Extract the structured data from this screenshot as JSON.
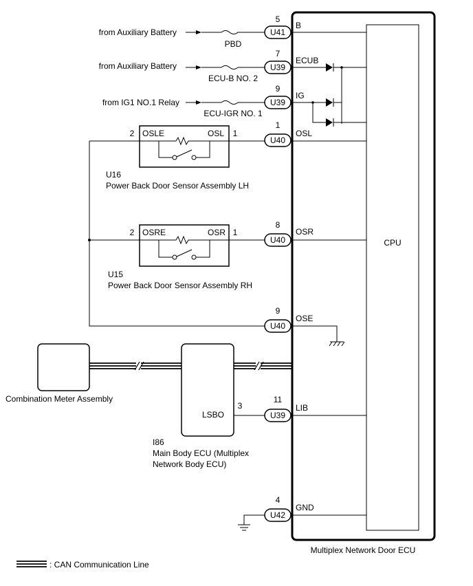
{
  "ecu": {
    "name": "Multiplex Network Door ECU",
    "cpu_label": "CPU",
    "terminals": [
      {
        "pin": "5",
        "connector": "U41",
        "signal": "B"
      },
      {
        "pin": "7",
        "connector": "U39",
        "signal": "ECUB"
      },
      {
        "pin": "9",
        "connector": "U39",
        "signal": "IG"
      },
      {
        "pin": "1",
        "connector": "U40",
        "signal": "OSL"
      },
      {
        "pin": "8",
        "connector": "U40",
        "signal": "OSR"
      },
      {
        "pin": "9",
        "connector": "U40",
        "signal": "OSE"
      },
      {
        "pin": "11",
        "connector": "U39",
        "signal": "LIB"
      },
      {
        "pin": "4",
        "connector": "U42",
        "signal": "GND"
      }
    ]
  },
  "sources": [
    {
      "text": "from Auxiliary Battery",
      "fuse": "PBD"
    },
    {
      "text": "from Auxiliary Battery",
      "fuse": "ECU-B NO. 2"
    },
    {
      "text": "from IG1 NO.1 Relay",
      "fuse": "ECU-IGR NO. 1"
    }
  ],
  "sensor_lh": {
    "id": "U16",
    "name": "Power Back Door Sensor Assembly LH",
    "left_pin": "2",
    "left_term": "OSLE",
    "right_term": "OSL",
    "right_pin": "1"
  },
  "sensor_rh": {
    "id": "U15",
    "name": "Power Back Door Sensor Assembly RH",
    "left_pin": "2",
    "left_term": "OSRE",
    "right_term": "OSR",
    "right_pin": "1"
  },
  "combination_meter": {
    "name": "Combination Meter Assembly"
  },
  "main_body_ecu": {
    "id": "I86",
    "name_line1": "Main Body ECU (Multiplex",
    "name_line2": "Network Body ECU)",
    "terminal": "LSBO",
    "pin": "3"
  },
  "legend": {
    "text": ": CAN Communication Line"
  }
}
